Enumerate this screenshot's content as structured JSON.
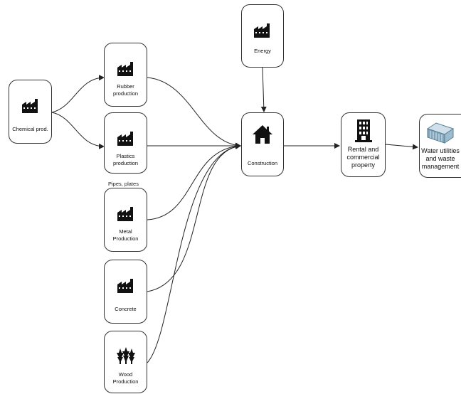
{
  "nodes": {
    "chemical": {
      "label": "Chemical prod.",
      "icon": "factory-icon"
    },
    "rubber": {
      "label": "Rubber\nproduction",
      "icon": "factory-icon"
    },
    "plastics": {
      "label": "Plastics\nproduction",
      "icon": "factory-icon"
    },
    "metal": {
      "label": "Metal\nProduction",
      "icon": "factory-icon"
    },
    "concrete": {
      "label": "Concrete",
      "icon": "factory-icon"
    },
    "wood": {
      "label": "Wood\nProduction",
      "icon": "trees-icon"
    },
    "energy": {
      "label": "Energy",
      "icon": "factory-icon"
    },
    "construction": {
      "label": "Construction",
      "icon": "house-icon"
    },
    "rental": {
      "label": "Rental and\ncommercial\nproperty",
      "icon": "building-icon"
    },
    "water": {
      "label": "Water utilities\nand waste\nmanagement",
      "icon": "container-icon"
    }
  },
  "edge_labels": {
    "plastics_metal": "Pipes, plates"
  },
  "colors": {
    "stroke": "#222222",
    "node_border": "#333333",
    "container_fill": "#7fa3b8"
  }
}
